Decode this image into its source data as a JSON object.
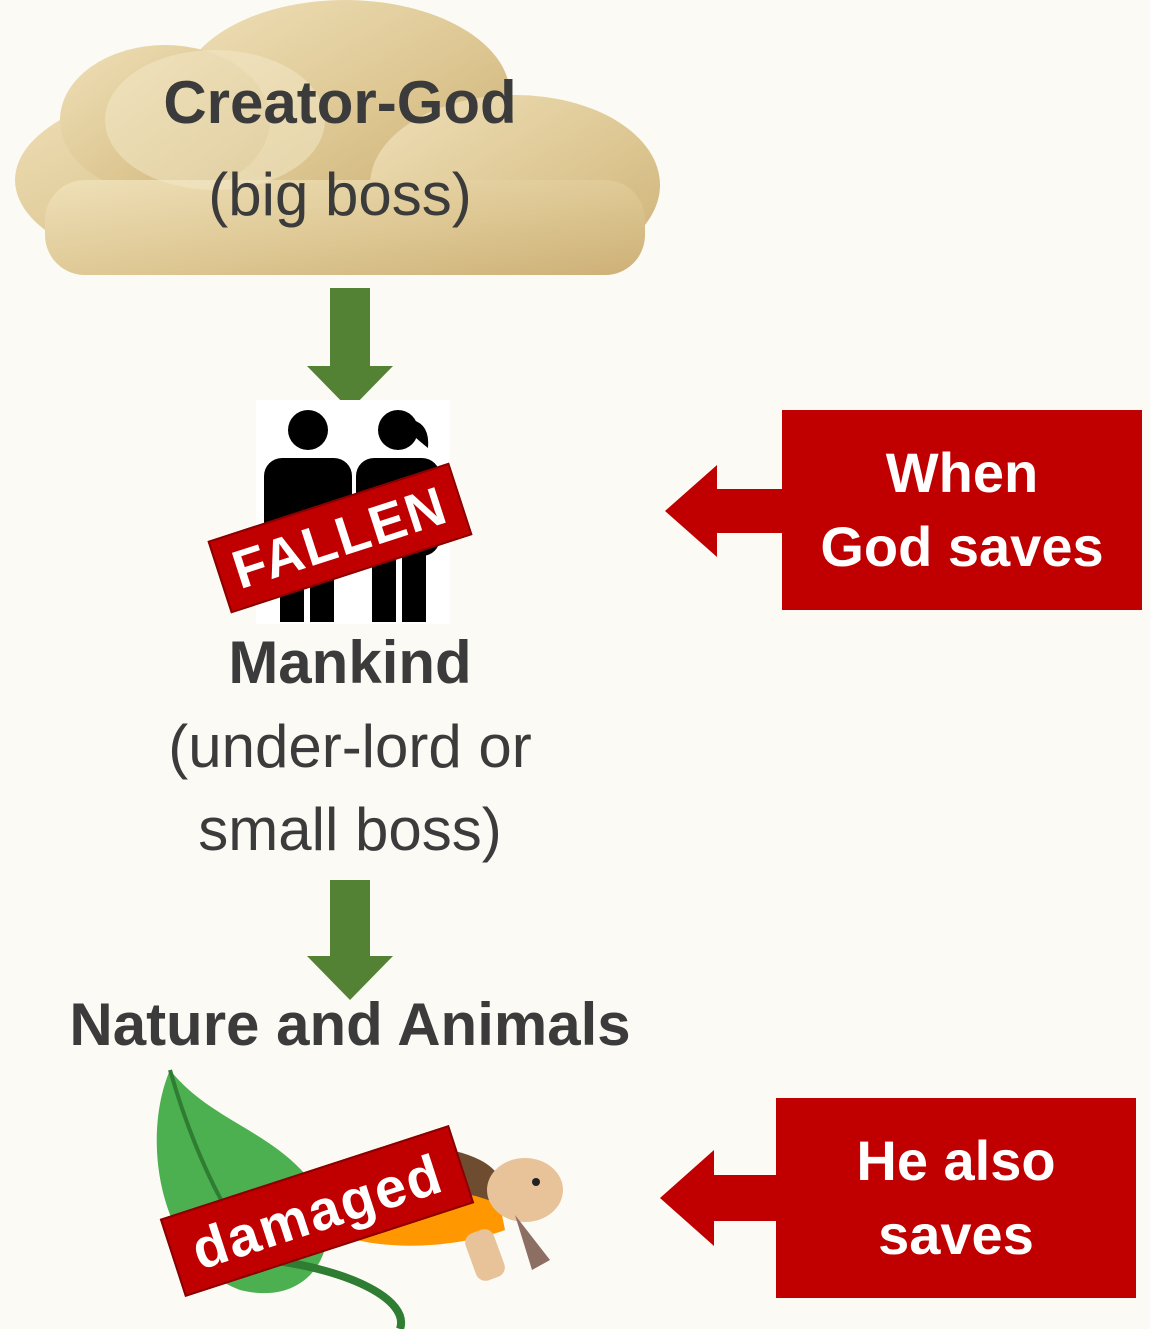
{
  "creator": {
    "title": "Creator-God",
    "subtitle": "(big boss)"
  },
  "mankind": {
    "title": "Mankind",
    "subtitle_line1": "(under-lord or",
    "subtitle_line2": "small boss)",
    "stamp": "FALLEN"
  },
  "nature": {
    "title": "Nature and Animals",
    "stamp": "damaged"
  },
  "callouts": [
    {
      "line1": "When",
      "line2": "God saves"
    },
    {
      "line1": "He also",
      "line2": "saves"
    }
  ],
  "icons": [
    "cloud-icon",
    "people-icon",
    "leaf-icon",
    "turtle-icon",
    "down-arrow-icon",
    "left-arrow-icon"
  ],
  "colors": {
    "background": "#fcfaf4",
    "red": "#c00000",
    "green_arrow": "#548235",
    "text": "#3b3b3b"
  }
}
